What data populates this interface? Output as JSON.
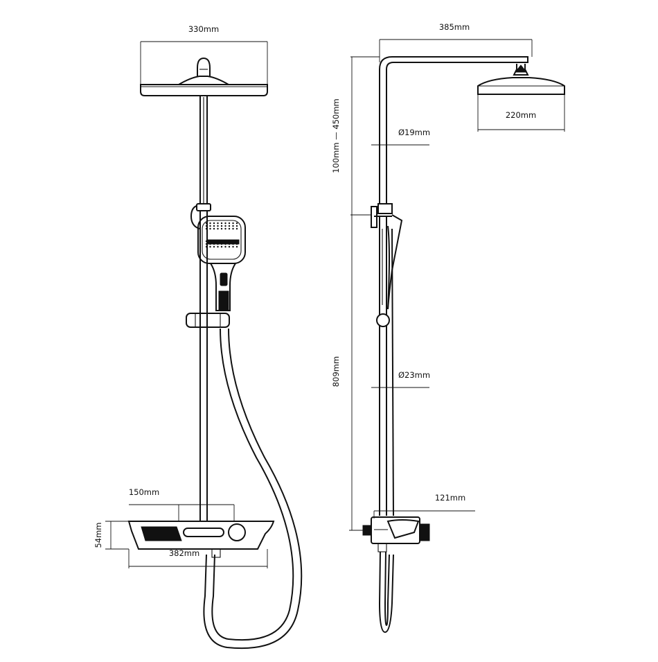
{
  "dimensions": {
    "front_head_width": "330mm",
    "shelf_top_width": "150mm",
    "shelf_height": "54mm",
    "shelf_width": "382mm",
    "side_arm_length": "385mm",
    "head_diameter": "220mm",
    "upper_pipe_height": "100mm — 450mm",
    "upper_pipe_diameter": "Ø19mm",
    "lower_pipe_height": "809mm",
    "lower_pipe_diameter": "Ø23mm",
    "mixer_depth": "121mm"
  },
  "colors": {
    "line": "#111111",
    "background": "#ffffff"
  }
}
